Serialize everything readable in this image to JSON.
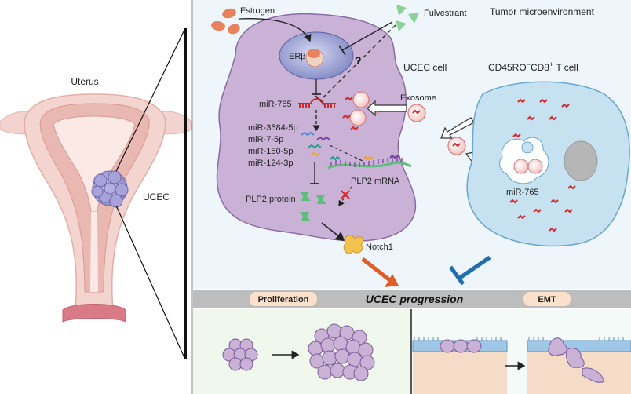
{
  "labels": {
    "uterus": "Uterus",
    "ucec_tumor": "UCEC",
    "estrogen": "Estrogen",
    "fulvestrant": "Fulvestrant",
    "tumor_microenvironment": "Tumor microenvironment",
    "er_beta": "ERβ",
    "question_mark": "?",
    "ucec_cell": "UCEC cell",
    "t_cell_prefix": "CD45RO",
    "t_cell_minus": "−",
    "t_cell_mid": "CD8",
    "t_cell_plus": "+",
    "t_cell_suffix": " T  cell",
    "exosome": "Exosome",
    "mir765": "miR-765",
    "mir_3584": "miR-3584-5p",
    "mir_7": "miR-7-5p",
    "mir_150": "miR-150-5p",
    "mir_124": "miR-124-3p",
    "plp2_mrna": "PLP2 mRNA",
    "plp2_protein": "PLP2 protein",
    "notch1": "Notch1",
    "mir765_tcell": "miR-765",
    "proliferation": "Proliferation",
    "progression": "UCEC progression",
    "emt": "EMT"
  },
  "colors": {
    "ucec_cell_fill": "#c9b2d6",
    "t_cell_fill": "#c6e1f0",
    "tme_background": "#eef6fb",
    "mirna_red": "#d62828",
    "progression_arrow": "#e35b24",
    "inhibit_blue": "#1f6fb0",
    "estrogen": "#e8825c",
    "fulvestrant": "#8fcf98",
    "plp2_protein": "#5bbf7a",
    "notch1": "#f2c14e",
    "band_grey": "#bdbdbd"
  }
}
